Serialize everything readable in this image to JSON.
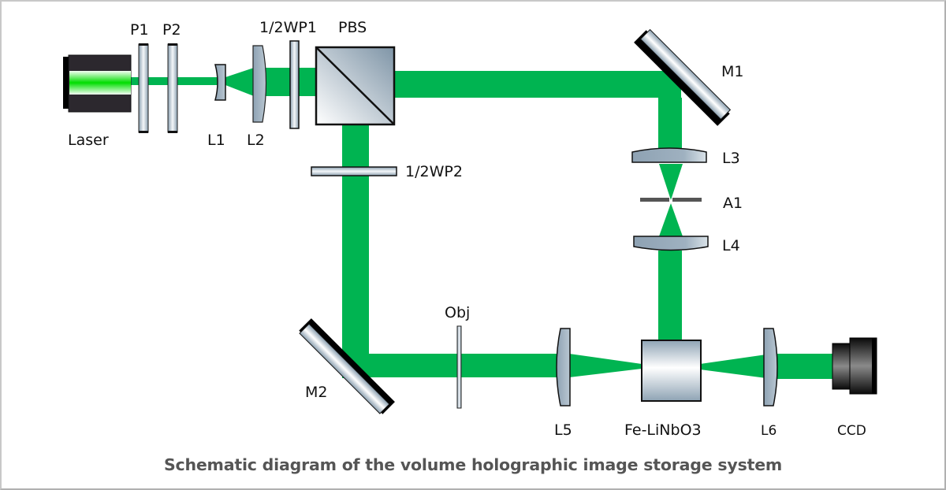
{
  "diagram": {
    "caption": "Schematic diagram of the volume holographic image storage system",
    "beam_color": "#00b451",
    "components": {
      "laser": "Laser",
      "p1": "P1",
      "p2": "P2",
      "l1": "L1",
      "l2": "L2",
      "hwp1": "1/2WP1",
      "pbs": "PBS",
      "m1": "M1",
      "l3": "L3",
      "a1": "A1",
      "l4": "L4",
      "hwp2": "1/2WP2",
      "m2": "M2",
      "obj": "Obj",
      "l5": "L5",
      "crystal": "Fe-LiNbO3",
      "l6": "L6",
      "ccd": "CCD"
    }
  }
}
